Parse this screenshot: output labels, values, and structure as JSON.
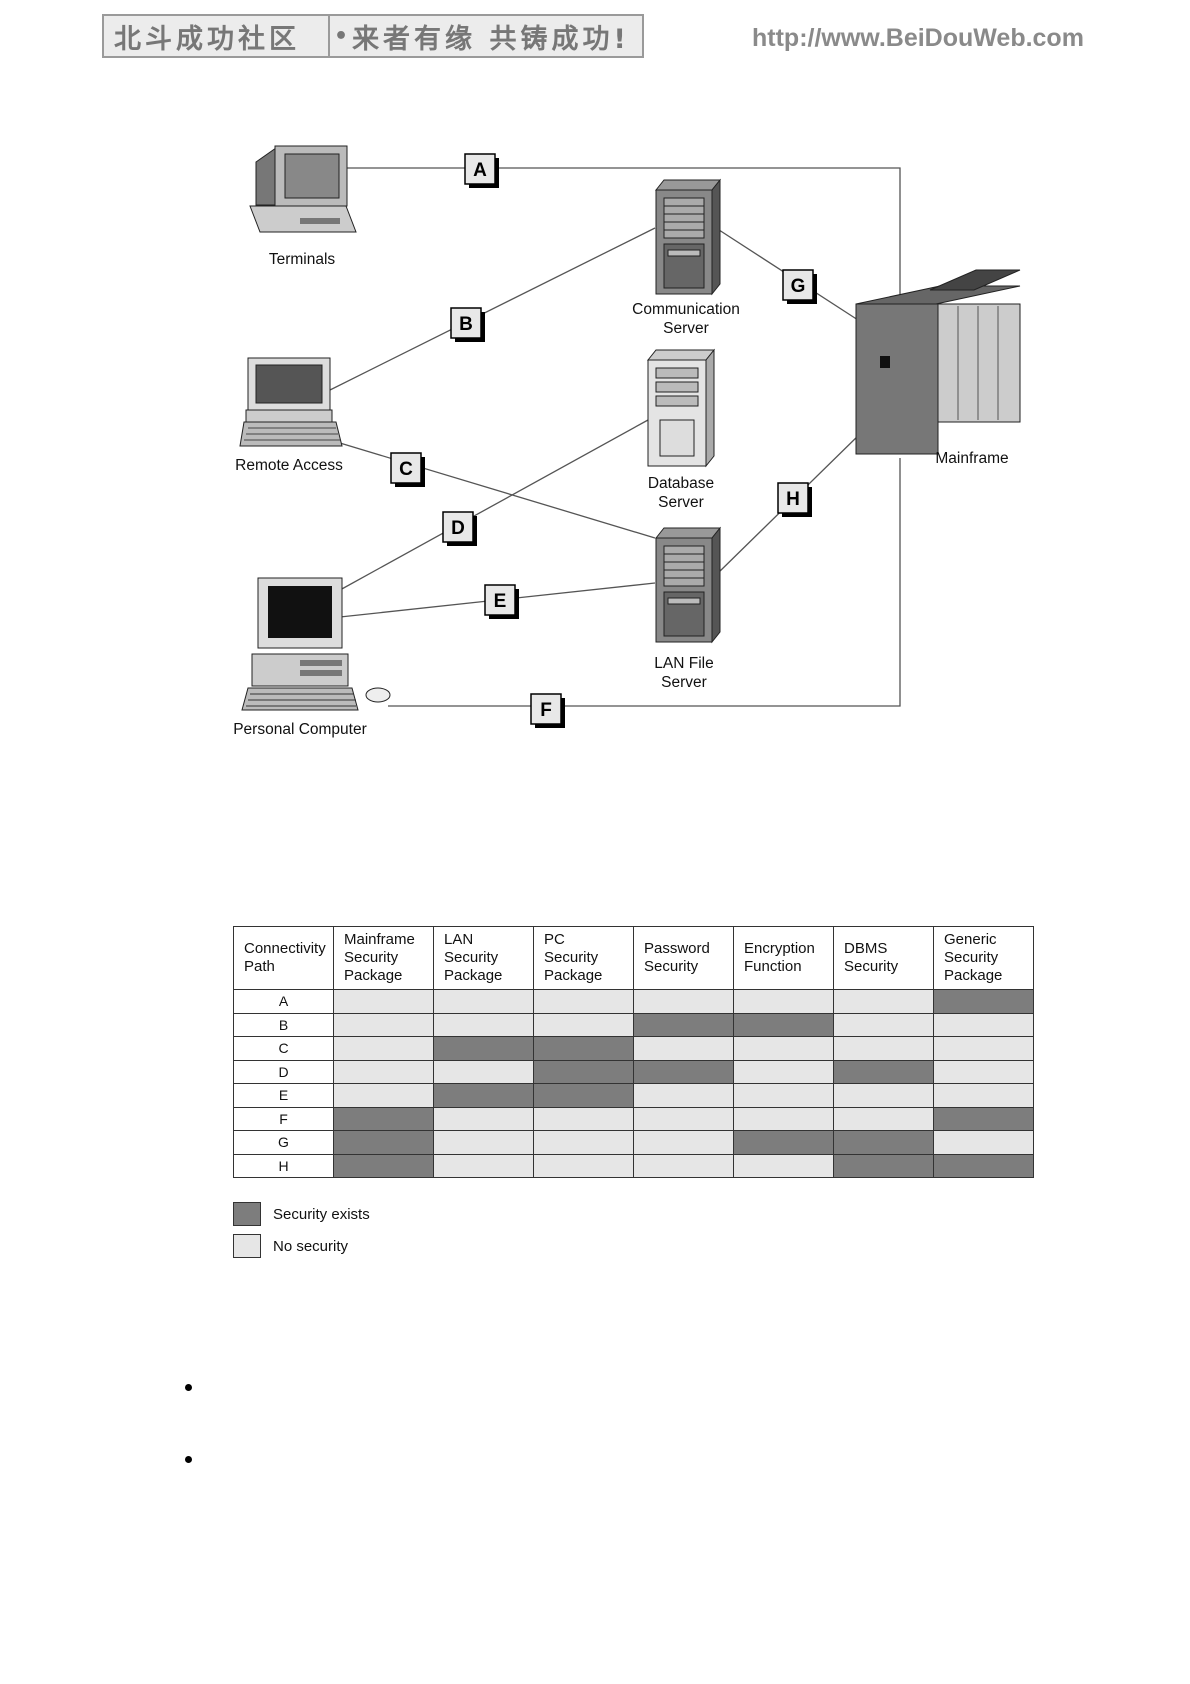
{
  "header": {
    "banner_left": "北斗成功社区",
    "banner_dot": "•",
    "banner_right": "来者有缘 共铸成功!",
    "url": "http://www.BeiDouWeb.com"
  },
  "diagram": {
    "nodes": {
      "terminals": "Terminals",
      "remote_access": "Remote Access",
      "personal_computer": "Personal Computer",
      "communication_server_line1": "Communication",
      "communication_server_line2": "Server",
      "database_server_line1": "Database",
      "database_server_line2": "Server",
      "lan_file_server_line1": "LAN File",
      "lan_file_server_line2": "Server",
      "mainframe": "Mainframe"
    },
    "paths": [
      "A",
      "B",
      "C",
      "D",
      "E",
      "F",
      "G",
      "H"
    ]
  },
  "table": {
    "headers": [
      [
        "Connectivity",
        "Path"
      ],
      [
        "Mainframe",
        "Security",
        "Package"
      ],
      [
        "LAN",
        "Security",
        "Package"
      ],
      [
        "PC",
        "Security",
        "Package"
      ],
      [
        "Password",
        "Security"
      ],
      [
        "Encryption",
        "Function"
      ],
      [
        "DBMS",
        "Security"
      ],
      [
        "Generic",
        "Security",
        "Package"
      ]
    ],
    "rows": [
      {
        "path": "A",
        "security": [
          0,
          0,
          0,
          0,
          0,
          0,
          1
        ]
      },
      {
        "path": "B",
        "security": [
          0,
          0,
          0,
          1,
          1,
          0,
          0
        ]
      },
      {
        "path": "C",
        "security": [
          0,
          1,
          1,
          0,
          0,
          0,
          0
        ]
      },
      {
        "path": "D",
        "security": [
          0,
          0,
          1,
          1,
          0,
          1,
          0
        ]
      },
      {
        "path": "E",
        "security": [
          0,
          1,
          1,
          0,
          0,
          0,
          0
        ]
      },
      {
        "path": "F",
        "security": [
          1,
          0,
          0,
          0,
          0,
          0,
          1
        ]
      },
      {
        "path": "G",
        "security": [
          1,
          0,
          0,
          0,
          1,
          1,
          0
        ]
      },
      {
        "path": "H",
        "security": [
          1,
          0,
          0,
          0,
          0,
          1,
          1
        ]
      }
    ],
    "colors": {
      "security_exists": "#7d7d7d",
      "no_security": "#e6e6e6"
    }
  },
  "legend": {
    "security_exists": "Security exists",
    "no_security": "No security"
  }
}
